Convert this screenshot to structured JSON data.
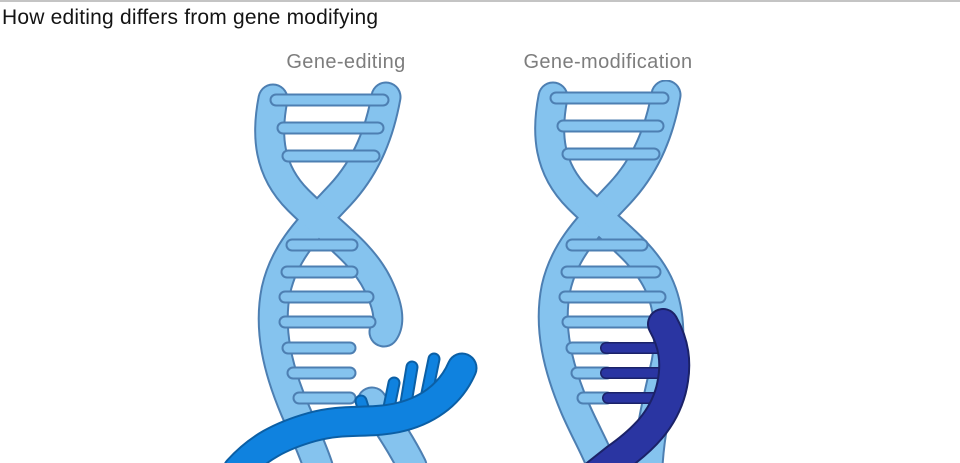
{
  "page": {
    "title": "How editing differs from gene modifying"
  },
  "figures": [
    {
      "label": "Gene-editing"
    },
    {
      "label": "Gene-modification"
    }
  ],
  "colors": {
    "background": "#ffffff",
    "top_border": "#c4c4c4",
    "title_text": "#141414",
    "label_text": "#7d7d7d",
    "helix_light_blue": "#85c3ee",
    "helix_outline": "#4d7fb2",
    "edited_strand_bright_blue": "#0f82df",
    "edited_strand_outline": "#0b5fa5",
    "modified_strand_navy": "#2a35a2",
    "modified_strand_outline": "#1b2268"
  }
}
